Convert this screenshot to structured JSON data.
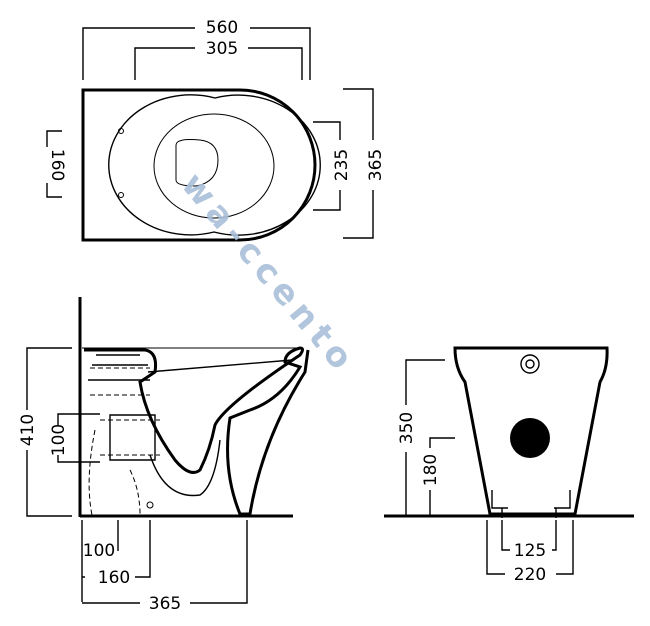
{
  "top_view": {
    "width_overall": "560",
    "width_bowl": "305",
    "fixing_spacing": "160",
    "bowl_depth": "235",
    "depth_overall": "365"
  },
  "side_view": {
    "height": "410",
    "outlet_height": "100",
    "outlet_offset": "100",
    "fixing_offset": "160",
    "depth": "365"
  },
  "front_view": {
    "height": "350",
    "outlet_center": "180",
    "fixing_spacing": "125",
    "base_width": "220"
  },
  "watermark": "wa-ccento"
}
